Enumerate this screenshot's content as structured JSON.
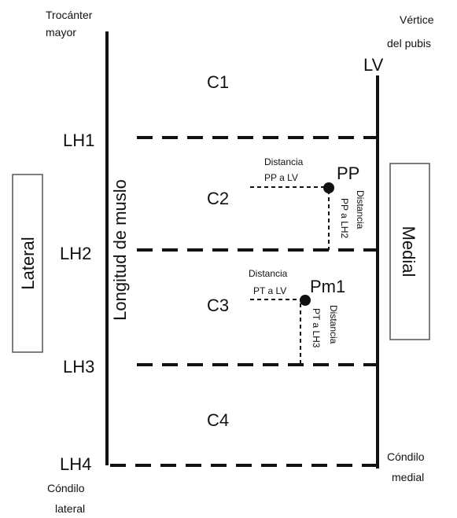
{
  "labels": {
    "trocanter_line1": "Trocánter",
    "trocanter_line2": "mayor",
    "vertice_line1": "Vértice",
    "vertice_line2": "del pubis",
    "lv": "LV",
    "lh1": "LH1",
    "lh2": "LH2",
    "lh3": "LH3",
    "lh4": "LH4",
    "c1": "C1",
    "c2": "C2",
    "c3": "C3",
    "c4": "C4",
    "lateral": "Lateral",
    "medial": "Medial",
    "longitud": "Longitud de muslo",
    "condilo_lateral_line1": "Cóndilo",
    "condilo_lateral_line2": "lateral",
    "condilo_medial_line1": "Cóndilo",
    "condilo_medial_line2": "medial",
    "pp": "PP",
    "pm1": "Pm1",
    "dist_pp_lv_line1": "Distancia",
    "dist_pp_lv_line2": "PP a LV",
    "dist_pp_lh2_line1": "Distancia",
    "dist_pp_lh2_line2": "PP a LH2",
    "dist_pt_lv_line1": "Distancia",
    "dist_pt_lv_line2": "PT a LV",
    "dist_pt_lh3_line1": "Distancia",
    "dist_pt_lh3_line2": "PT a LH3"
  },
  "colors": {
    "ink": "#111111",
    "background": "#ffffff"
  }
}
